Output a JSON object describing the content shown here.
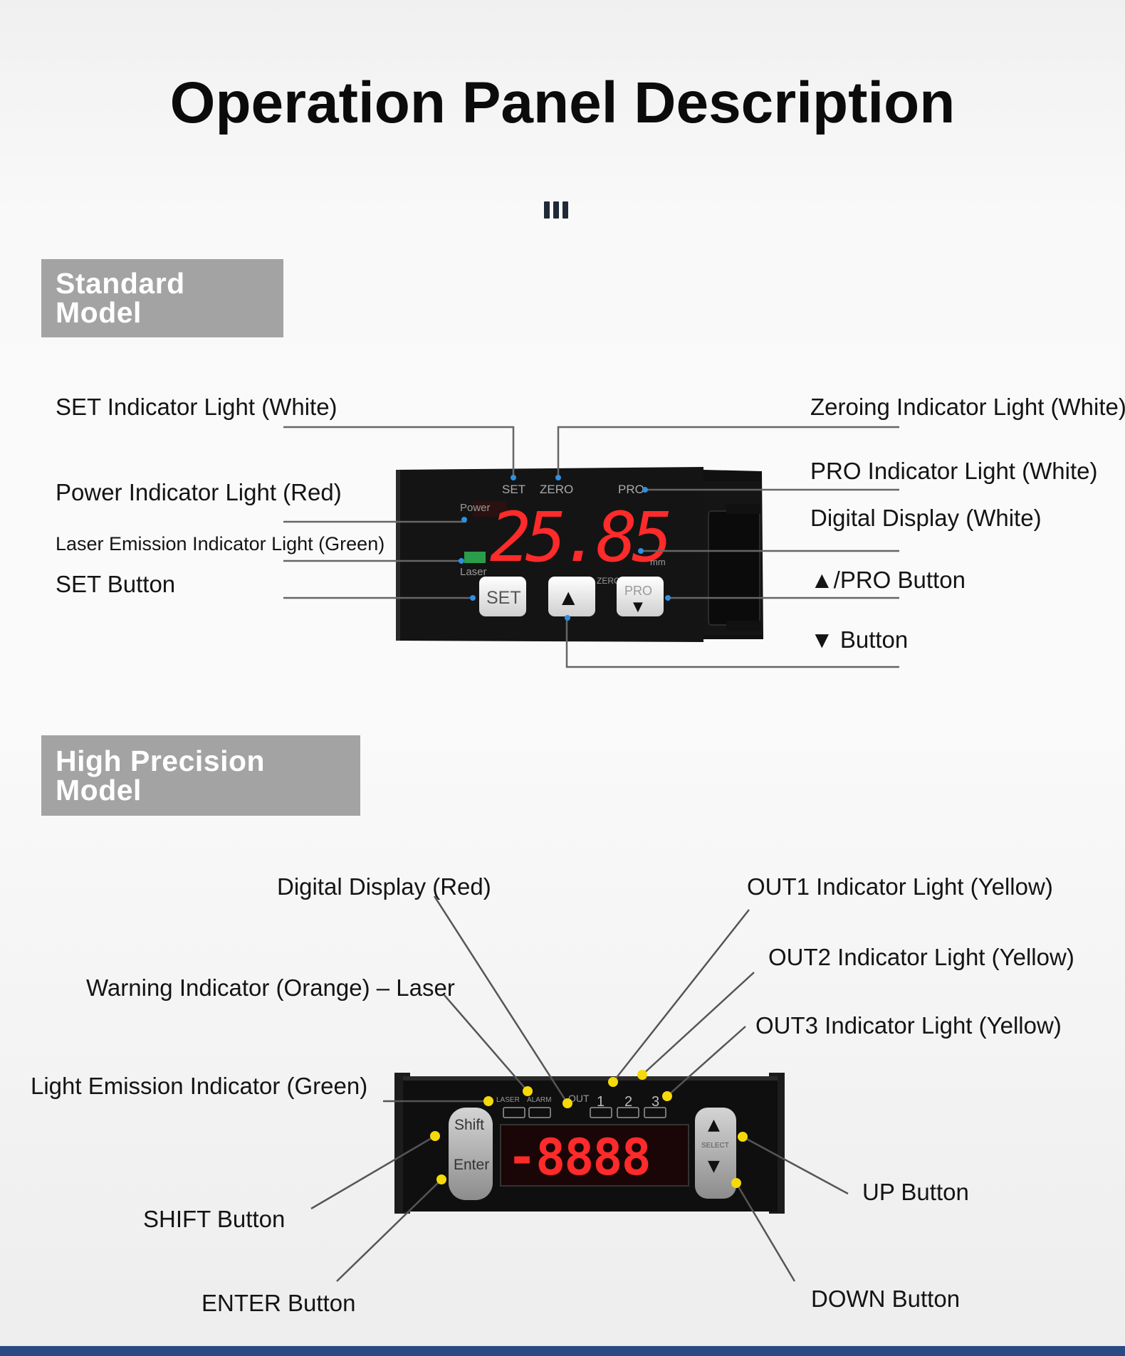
{
  "title": "Operation Panel Description",
  "sections": {
    "standard": {
      "tag": "Standard Model",
      "labels": {
        "set_indicator": "SET Indicator Light (White)",
        "power_indicator": "Power Indicator Light (Red)",
        "laser_indicator": "Laser Emission Indicator Light (Green)",
        "set_button": "SET Button",
        "zero_indicator": "Zeroing Indicator Light (White)",
        "pro_indicator": "PRO Indicator Light (White)",
        "digital_display": "Digital Display (White)",
        "up_pro_button": "▲/PRO Button",
        "down_button": "▼ Button"
      },
      "device": {
        "display_value": "25.85",
        "unit": "mm",
        "set_label": "SET",
        "zero_label": "ZERO",
        "pro_label": "PRO",
        "power_label": "Power",
        "laser_label": "Laser",
        "set_key": "SET",
        "up_key": "▲",
        "pro_key": "PRO",
        "pro_key_arrow": "▼",
        "zero_key_label": "ZERO"
      }
    },
    "precision": {
      "tag": "High Precision Model",
      "labels": {
        "digital_display": "Digital Display (Red)",
        "warning_indicator": "Warning Indicator (Orange) – Laser",
        "light_emission": "Light Emission Indicator (Green)",
        "shift_button": "SHIFT Button",
        "enter_button": "ENTER Button",
        "out1": "OUT1 Indicator Light (Yellow)",
        "out2": "OUT2 Indicator Light (Yellow)",
        "out3": "OUT3 Indicator Light (Yellow)",
        "up_button": "UP Button",
        "down_button": "DOWN Button"
      },
      "device": {
        "display_value": "-8888",
        "laser_label": "LASER",
        "alarm_label": "ALARM",
        "out_label": "OUT",
        "out_numbers": [
          "1",
          "2",
          "3"
        ],
        "shift_key": "Shift",
        "enter_key": "Enter",
        "select_label": "SELECT",
        "up_key": "▲",
        "down_key": "▼"
      }
    }
  },
  "colors": {
    "tag_background": "#a3a3a3",
    "pointer_dot_standard": "#2f8fe0",
    "pointer_dot_precision": "#f5d90a",
    "led_red": "#ff2a2a",
    "footer": "#2a4a82"
  }
}
